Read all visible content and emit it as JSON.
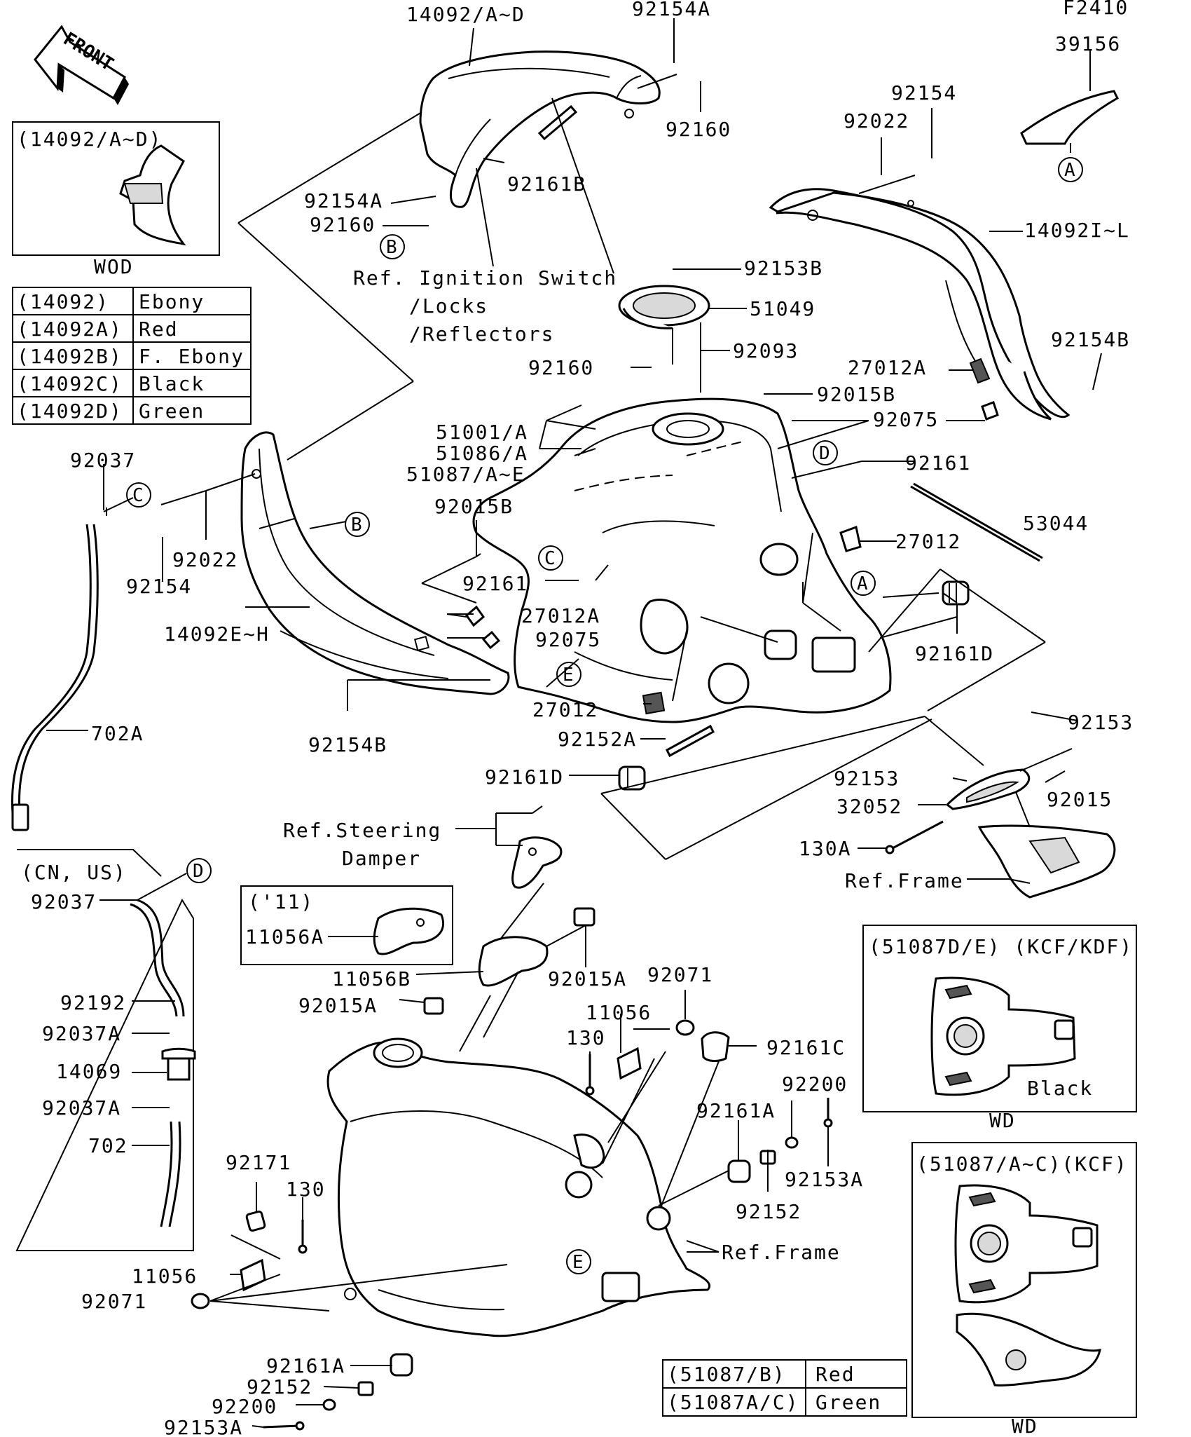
{
  "figure_code": "F2410",
  "front_label": "FRONT",
  "part_labels": {
    "p14092_AD": "14092/A~D",
    "p92154A_top": "92154A",
    "p39156": "39156",
    "p92154_top": "92154",
    "p92022_top": "92022",
    "p92160_top": "92160",
    "p92161B": "92161B",
    "p92154A_mid": "92154A",
    "p92160_mid": "92160",
    "p14092_IL": "14092I~L",
    "p92153B": "92153B",
    "p51049": "51049",
    "p92093": "92093",
    "p92154B_right": "92154B",
    "p92160_low": "92160",
    "p27012A_right": "27012A",
    "p92015B_top": "92015B",
    "p92075_right": "92075",
    "p51001": "51001/A",
    "p51086": "51086/A",
    "p51087": "51087/A~E",
    "p92161_right": "92161",
    "p92037_left": "92037",
    "p53044": "53044",
    "p92015B_left": "92015B",
    "p27012_right": "27012",
    "p92022_left": "92022",
    "p92154_left": "92154",
    "p92161_mid": "92161",
    "p27012A_left": "27012A",
    "p92075_left": "92075",
    "p14092_EH": "14092E~H",
    "p92161D_right": "92161D",
    "p27012_low": "27012",
    "p702A": "702A",
    "p92154B_left": "92154B",
    "p92152A": "92152A",
    "p92153_right": "92153",
    "p92161D_left": "92161D",
    "p92153_mid": "92153",
    "p92015_right": "92015",
    "p32052": "32052",
    "p130A": "130A",
    "p92037_cnus": "92037",
    "p11056A": "11056A",
    "p11056B": "11056B",
    "p92015A_right": "92015A",
    "p92071_top": "92071",
    "p92015A_left": "92015A",
    "p11056_mid": "11056",
    "p92192": "92192",
    "p130_mid": "130",
    "p92161C": "92161C",
    "p92037A_top": "92037A",
    "p14069": "14069",
    "p92200_right": "92200",
    "p92161A_right": "92161A",
    "p92037A_bottom": "92037A",
    "p702": "702",
    "p92153A_right": "92153A",
    "p92171": "92171",
    "p130_low": "130",
    "p92152_right": "92152",
    "p11056_low": "11056",
    "p92071_low": "92071",
    "p92161A_bottom": "92161A",
    "p92152_bottom": "92152",
    "p92200_bottom": "92200",
    "p92153A_bottom": "92153A"
  },
  "reference_labels": {
    "ignition_1": "Ref. Ignition Switch",
    "ignition_2": "/Locks",
    "ignition_3": "/Reflectors",
    "steering_1": "Ref.Steering",
    "steering_2": "Damper",
    "frame_right": "Ref.Frame",
    "frame_low": "Ref.Frame"
  },
  "circle_markers": {
    "A_top": "A",
    "B_top": "B",
    "D_tank": "D",
    "C_left": "C",
    "B_left": "B",
    "C_tank": "C",
    "A_tank": "A",
    "E_tank": "E",
    "D_cnus": "D",
    "E_frame": "E"
  },
  "inset_wod": {
    "header": "(14092/A~D)",
    "caption": "WOD"
  },
  "color_table_14092": [
    {
      "code": "(14092)",
      "color": "Ebony"
    },
    {
      "code": "(14092A)",
      "color": "Red"
    },
    {
      "code": "(14092B)",
      "color": "F. Ebony"
    },
    {
      "code": "(14092C)",
      "color": "Black"
    },
    {
      "code": "(14092D)",
      "color": "Green"
    }
  ],
  "inset_cnus": {
    "header": "(CN, US)"
  },
  "inset_11": {
    "header": "('11)"
  },
  "inset_kcf_kdf": {
    "header": "(51087D/E) (KCF/KDF)",
    "note": "Black",
    "caption": "WD"
  },
  "inset_kcf": {
    "header": "(51087/A~C)(KCF)",
    "caption": "WD"
  },
  "color_table_51087": [
    {
      "code": "(51087/B)",
      "color": "Red"
    },
    {
      "code": "(51087A/C)",
      "color": "Green"
    }
  ]
}
